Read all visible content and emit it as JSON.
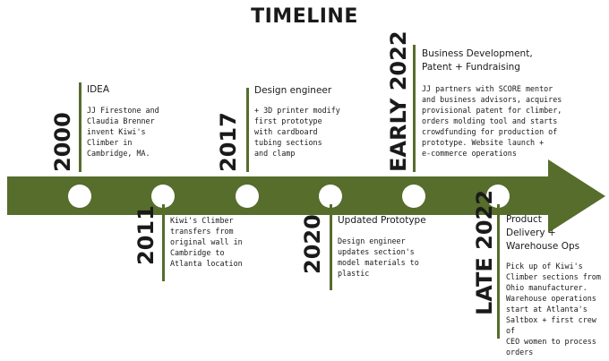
{
  "title": "TIMELINE",
  "colors": {
    "arrow": "#566d2c",
    "stem": "#566d2c",
    "node": "#ffffff",
    "text": "#1a1a1a"
  },
  "events": [
    {
      "year": "2000",
      "heading": "IDEA",
      "text": "JJ Firestone and\nClaudia Brenner\ninvent Kiwi's\nClimber in\nCambridge, MA."
    },
    {
      "year": "2011",
      "heading": "",
      "text": "Kiwi's Climber\ntransfers from\noriginal wall in\nCambridge to\nAtlanta location"
    },
    {
      "year": "2017",
      "heading": "Design engineer",
      "text": "+ 3D printer modify\nfirst prototype\nwith cardboard\ntubing sections\nand clamp"
    },
    {
      "year": "2020",
      "heading": "Updated Prototype",
      "text": "Design engineer\nupdates section's\nmodel materials to\nplastic"
    },
    {
      "year": "EARLY 2022",
      "heading": "Business Development,\nPatent + Fundraising",
      "text": "JJ partners with SCORE mentor\nand business advisors, acquires\nprovisional patent for climber,\norders molding tool and starts\ncrowdfunding for production of\nprototype. Website launch +\ne-commerce operations"
    },
    {
      "year": "LATE 2022",
      "heading": "Product\nDelivery +\nWarehouse Ops",
      "text": "Pick up of Kiwi's\nClimber sections from\nOhio manufacturer.\nWarehouse operations\nstart at Atlanta's\nSaltbox + first crew of\nCEO women to process\norders"
    }
  ]
}
